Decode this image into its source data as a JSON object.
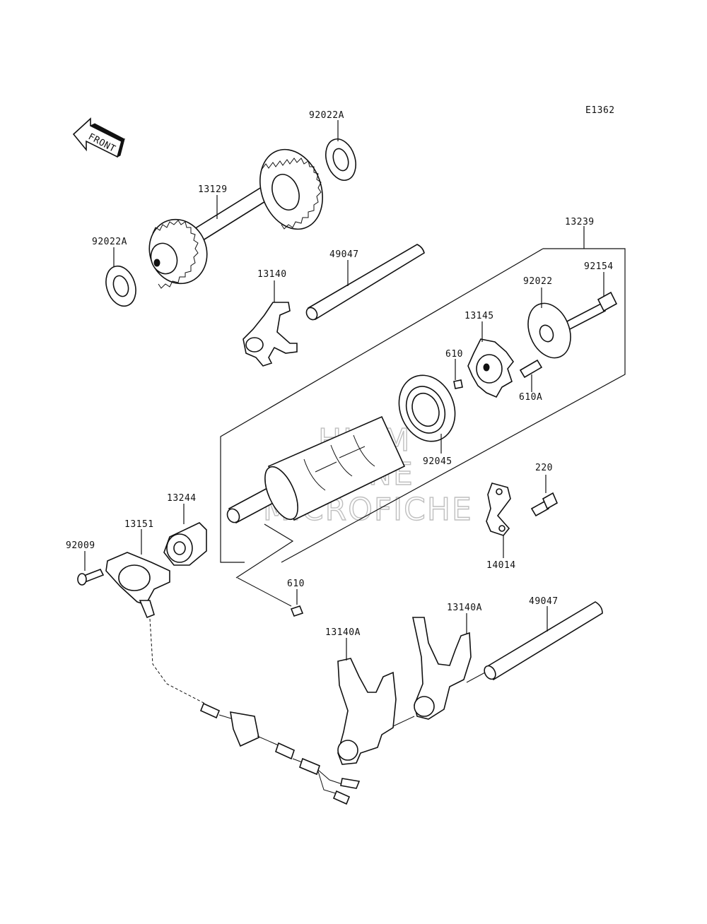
{
  "diagram_code": "E1362",
  "front_label": "FRONT",
  "watermark": [
    "HLSM",
    "ONLINE",
    "MICROFICHE"
  ],
  "parts": [
    {
      "id": "p-92022A-top",
      "label": "92022A"
    },
    {
      "id": "p-13129",
      "label": "13129"
    },
    {
      "id": "p-92022A-left",
      "label": "92022A"
    },
    {
      "id": "p-49047-top",
      "label": "49047"
    },
    {
      "id": "p-13140",
      "label": "13140"
    },
    {
      "id": "p-13239",
      "label": "13239"
    },
    {
      "id": "p-92154",
      "label": "92154"
    },
    {
      "id": "p-92022",
      "label": "92022"
    },
    {
      "id": "p-13145",
      "label": "13145"
    },
    {
      "id": "p-610-top",
      "label": "610"
    },
    {
      "id": "p-610A",
      "label": "610A"
    },
    {
      "id": "p-92045",
      "label": "92045"
    },
    {
      "id": "p-220",
      "label": "220"
    },
    {
      "id": "p-14014",
      "label": "14014"
    },
    {
      "id": "p-13244",
      "label": "13244"
    },
    {
      "id": "p-13151",
      "label": "13151"
    },
    {
      "id": "p-92009",
      "label": "92009"
    },
    {
      "id": "p-610-bottom",
      "label": "610"
    },
    {
      "id": "p-13140A-right",
      "label": "13140A"
    },
    {
      "id": "p-49047-bottom",
      "label": "49047"
    },
    {
      "id": "p-13140A-left",
      "label": "13140A"
    }
  ]
}
